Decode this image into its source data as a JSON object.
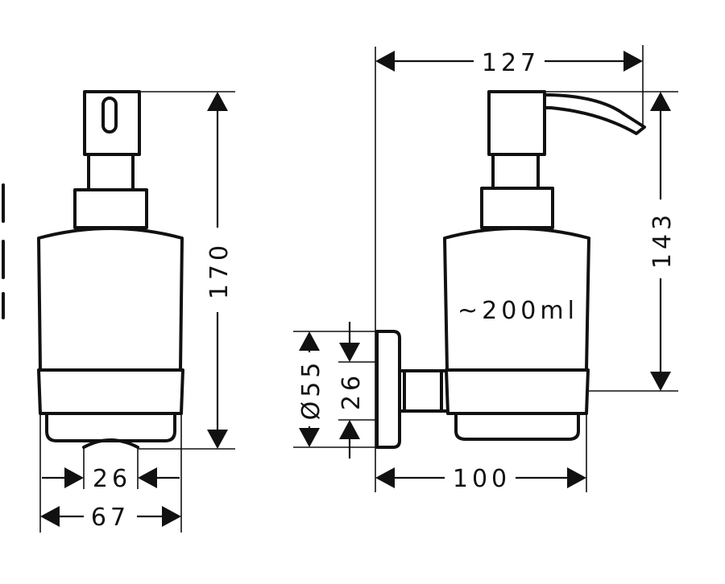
{
  "dimensions": {
    "height_front": "170",
    "width_front": "67",
    "base_front": "26",
    "total_depth": "127",
    "height_side": "143",
    "depth_side": "100",
    "rosette_diameter": "Ø55",
    "rosette_inner": "26"
  },
  "volume_label": "~200ml"
}
